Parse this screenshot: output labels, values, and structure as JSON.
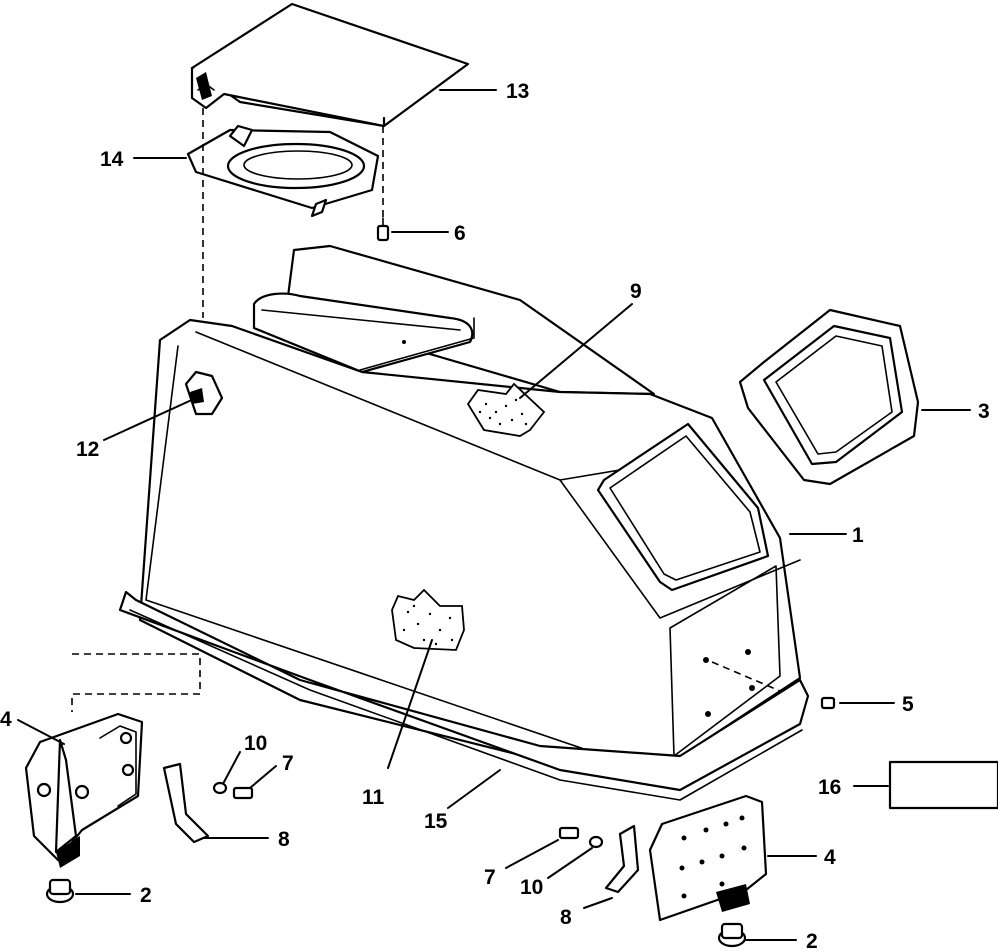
{
  "callouts": {
    "c1": "1",
    "c2a": "2",
    "c2b": "2",
    "c3": "3",
    "c4a": "4",
    "c4b": "4",
    "c5": "5",
    "c6": "6",
    "c7a": "7",
    "c7b": "7",
    "c8a": "8",
    "c8b": "8",
    "c9": "9",
    "c10a": "10",
    "c10b": "10",
    "c11": "11",
    "c12": "12",
    "c13": "13",
    "c14": "14",
    "c15": "15",
    "c16": "16"
  }
}
